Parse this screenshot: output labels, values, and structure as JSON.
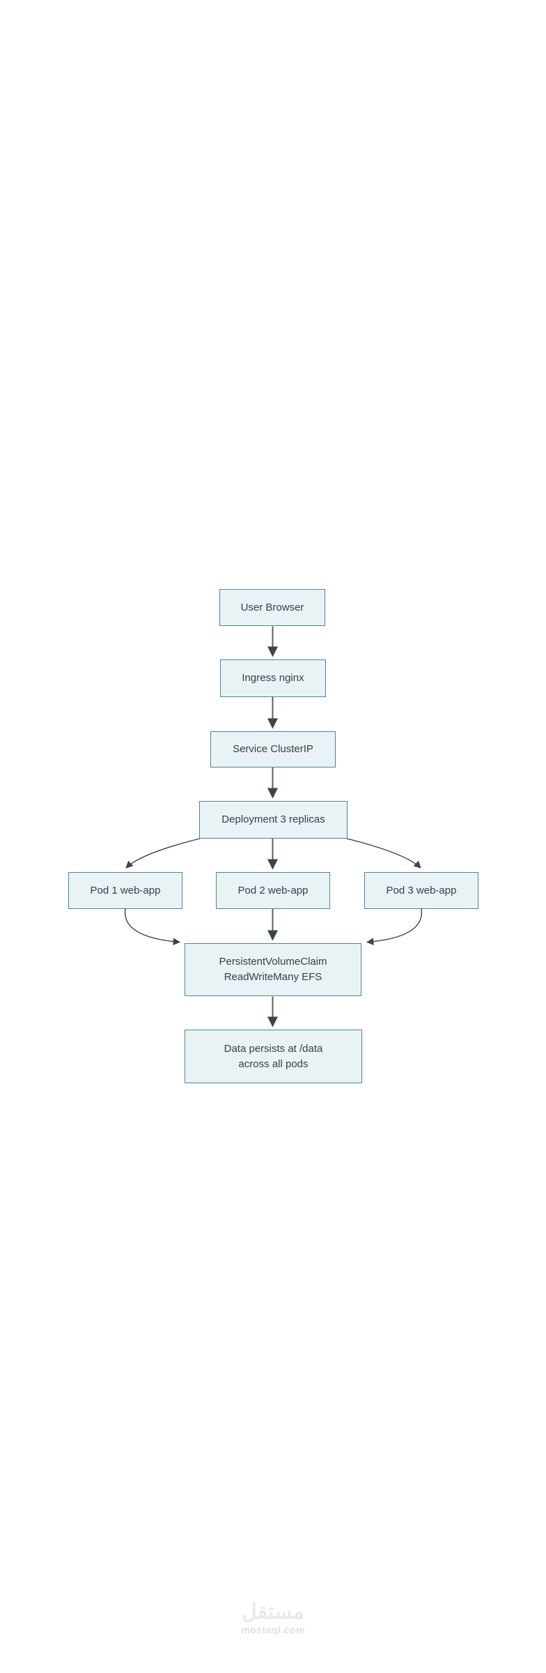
{
  "diagram": {
    "type": "flowchart",
    "direction": "top-down",
    "colors": {
      "node_fill": "#e9f3f6",
      "node_border": "#4e8591",
      "node_text": "#333f48",
      "arrow_straight": "#5b5f61",
      "arrow_curved": "#3c4144",
      "arrowhead": "#3e4347",
      "background": "#ffffff"
    },
    "nodes": [
      {
        "id": "user_browser",
        "label": "User Browser"
      },
      {
        "id": "ingress",
        "label": "Ingress nginx"
      },
      {
        "id": "service",
        "label": "Service ClusterIP"
      },
      {
        "id": "deployment",
        "label": "Deployment 3 replicas"
      },
      {
        "id": "pod1",
        "label": "Pod 1 web-app"
      },
      {
        "id": "pod2",
        "label": "Pod 2 web-app"
      },
      {
        "id": "pod3",
        "label": "Pod 3 web-app"
      },
      {
        "id": "pvc",
        "line1": "PersistentVolumeClaim",
        "line2": "ReadWriteMany EFS"
      },
      {
        "id": "data_note",
        "line1": "Data persists at /data",
        "line2": "across all pods"
      }
    ],
    "edges": [
      {
        "from": "user_browser",
        "to": "ingress",
        "style": "straight-arrow"
      },
      {
        "from": "ingress",
        "to": "service",
        "style": "straight-arrow"
      },
      {
        "from": "service",
        "to": "deployment",
        "style": "straight-arrow"
      },
      {
        "from": "deployment",
        "to": "pod1",
        "style": "curved-arrow"
      },
      {
        "from": "deployment",
        "to": "pod2",
        "style": "straight-arrow"
      },
      {
        "from": "deployment",
        "to": "pod3",
        "style": "curved-arrow"
      },
      {
        "from": "pod1",
        "to": "pvc",
        "style": "curved-arrow"
      },
      {
        "from": "pod2",
        "to": "pvc",
        "style": "straight-arrow"
      },
      {
        "from": "pod3",
        "to": "pvc",
        "style": "curved-arrow"
      },
      {
        "from": "pvc",
        "to": "data_note",
        "style": "straight-arrow"
      }
    ]
  },
  "watermark": {
    "logo_text": "مستقل",
    "site_text": "mostaql.com"
  }
}
